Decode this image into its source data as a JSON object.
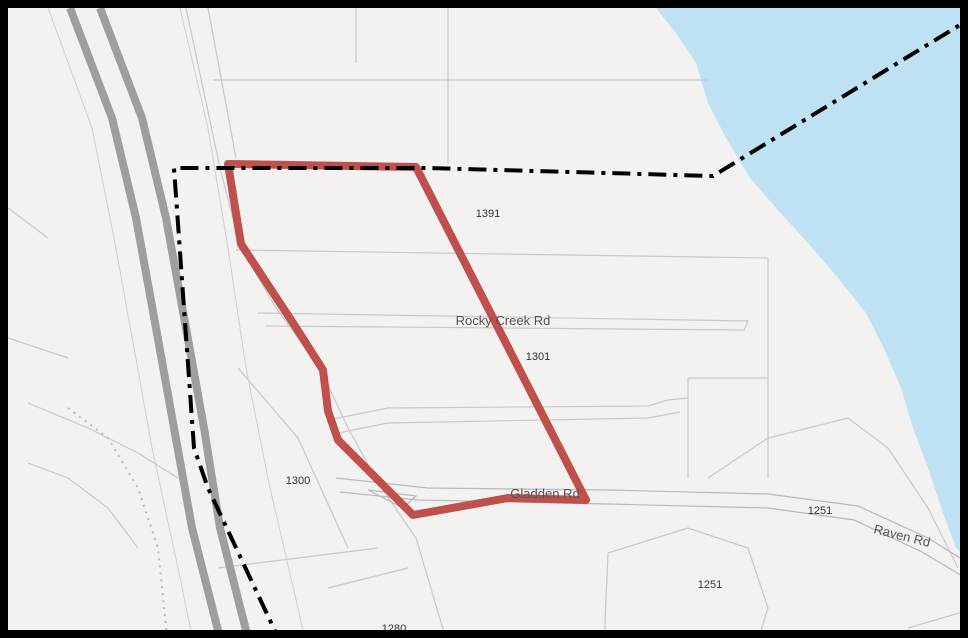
{
  "colors": {
    "land": "#f3f2f0",
    "water": "#bfe1f4",
    "parcel_line": "#c9c9c9",
    "road_edge": "#b9b9b9",
    "highway": "#9e9e9e",
    "selected_parcel": "#c0504d",
    "boundary": "#000000",
    "frame": "#000000"
  },
  "labels": {
    "road_rocky_creek": "Rocky Creek Rd",
    "road_gladden": "Gladden Rd",
    "road_raven": "Raven Rd",
    "addr_1391": "1391",
    "addr_1301": "1301",
    "addr_1300": "1300",
    "addr_1251_road": "1251",
    "addr_1251_lot": "1251",
    "addr_1280": "1280"
  }
}
